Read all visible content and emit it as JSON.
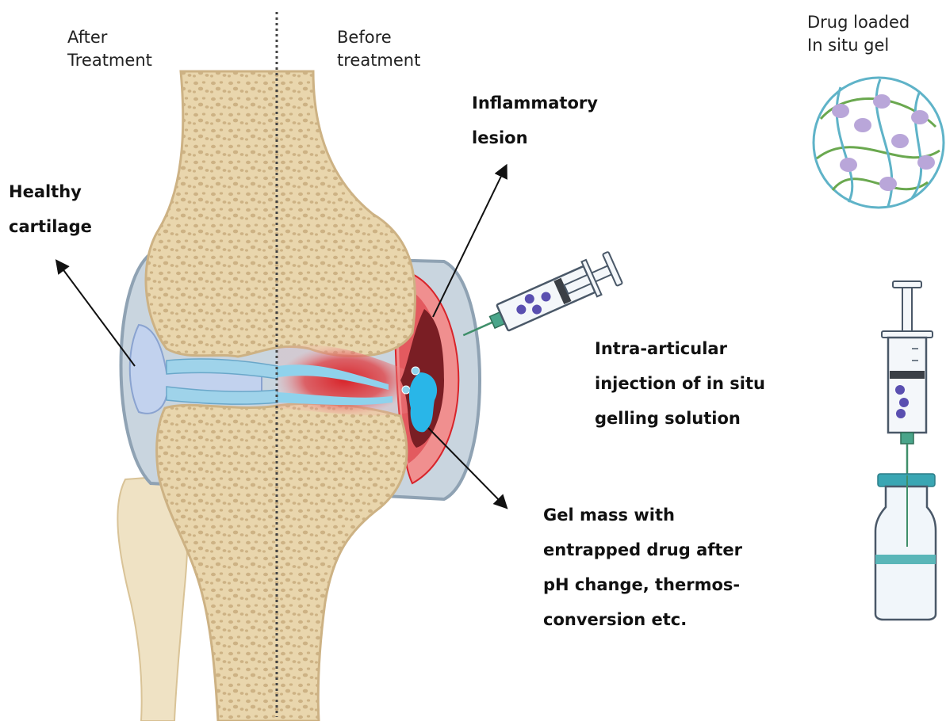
{
  "labels": {
    "after_treatment": "After\nTreatment",
    "before_treatment": "Before\ntreatment",
    "drug_loaded_gel": "Drug loaded\nIn situ gel",
    "inflammatory_lesion": "Inflammatory\nlesion",
    "healthy_cartilage": "Healthy\ncartilage",
    "intra_articular_injection": "Intra-articular\ninjection of in situ\ngelling solution",
    "gel_mass": "Gel mass with\nentrapped drug after\npH change, thermos-\nconversion etc."
  },
  "colors": {
    "bone": "#e7d3a9",
    "bone_spots": "#cdb284",
    "capsule": "#c8d4de",
    "cartilage": "#b8cdea",
    "synovial_fluid": "#7fc6e6",
    "inflammation": "#d8242a",
    "lesion": "#7a1e24",
    "gel": "#29b6e8",
    "drug_particles": "#5a4fb0",
    "gel_network_green": "#6aa84f",
    "gel_network_blue": "#5fb3c8",
    "gel_beads": "#b9a6d9"
  }
}
